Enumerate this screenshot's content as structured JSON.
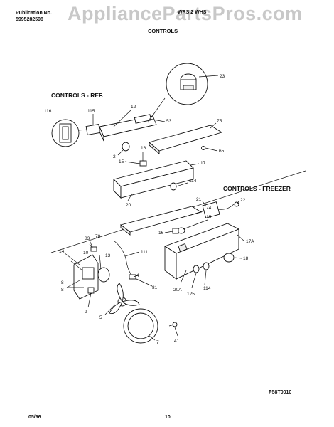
{
  "header": {
    "publication_label": "Publication No.",
    "publication_number": "5995282598",
    "model": "WRS 2 WHS",
    "section_title": "CONTROLS"
  },
  "watermark": "AppliancePartsPros.com",
  "sections": {
    "ref": "CONTROLS - REF.",
    "freezer": "CONTROLS - FREEZER"
  },
  "callouts": {
    "c116": "116",
    "c115": "115",
    "c12": "12",
    "c53": "53",
    "c23": "23",
    "c75": "75",
    "c65": "65",
    "c2": "2",
    "c16a": "16",
    "c15a": "15",
    "c17": "17",
    "c114a": "114",
    "c20": "20",
    "c21": "21",
    "c22": "22",
    "c74": "74",
    "c15b": "15",
    "c16b": "16",
    "c17a": "17A",
    "c83": "83",
    "c78": "78",
    "c14": "14",
    "c10": "10",
    "c13": "13",
    "c111": "111",
    "c18": "18",
    "c8a": "8",
    "c8b": "8",
    "c4": "4",
    "c81": "81",
    "c20a": "20A",
    "c114b": "114",
    "c125": "125",
    "c9": "9",
    "c5": "5",
    "c7": "7",
    "c41": "41"
  },
  "footer": {
    "date": "05/96",
    "page": "10",
    "drawing_code": "P58T0010"
  }
}
